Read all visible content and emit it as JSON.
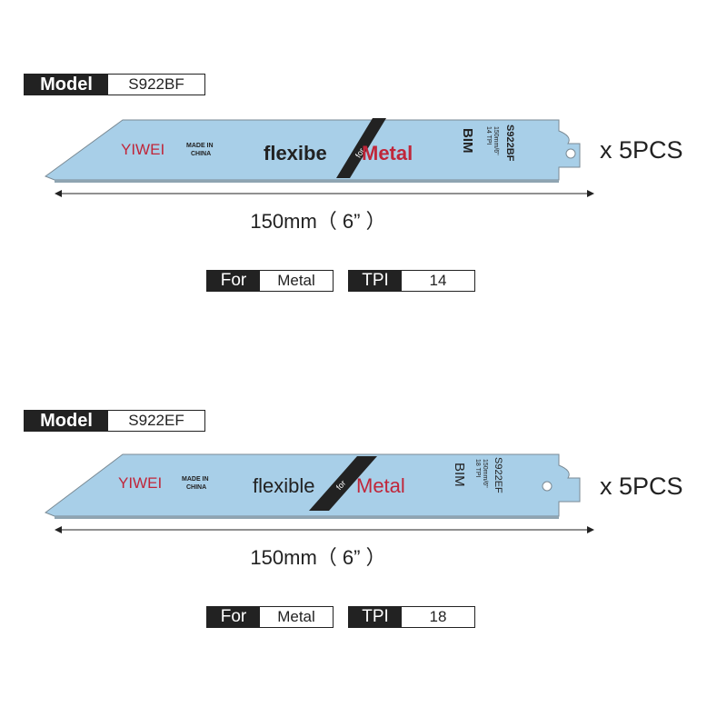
{
  "products": [
    {
      "model_key": "Model",
      "model_value": "S922BF",
      "quantity": "x 5PCS",
      "length": "150mm（ 6” ）",
      "for_key": "For",
      "for_value": "Metal",
      "tpi_key": "TPI",
      "tpi_value": "14",
      "blade": {
        "brand": "YIWEI",
        "made_in_line1": "MADE IN",
        "made_in_line2": "CHINA",
        "name_left": "flexibe",
        "for_word": "for",
        "name_right": "Metal",
        "material": "BIM",
        "code": "S922BF",
        "code_sub1": "150mm/6\"",
        "code_sub2": "14 TPI"
      }
    },
    {
      "model_key": "Model",
      "model_value": "S922EF",
      "quantity": "x 5PCS",
      "length": "150mm（ 6” ）",
      "for_key": "For",
      "for_value": "Metal",
      "tpi_key": "TPI",
      "tpi_value": "18",
      "blade": {
        "brand": "YIWEI",
        "made_in_line1": "MADE IN",
        "made_in_line2": "CHINA",
        "name_left": "flexible",
        "for_word": "for",
        "name_right": "Metal",
        "material": "BIM",
        "code": "S922EF",
        "code_sub1": "150mm/6\"",
        "code_sub2": "18 TPI"
      }
    }
  ],
  "colors": {
    "blade": "#a8cfe8",
    "blade_edge": "#7a8a94",
    "brand_red": "#c0263a",
    "dark": "#222222"
  }
}
